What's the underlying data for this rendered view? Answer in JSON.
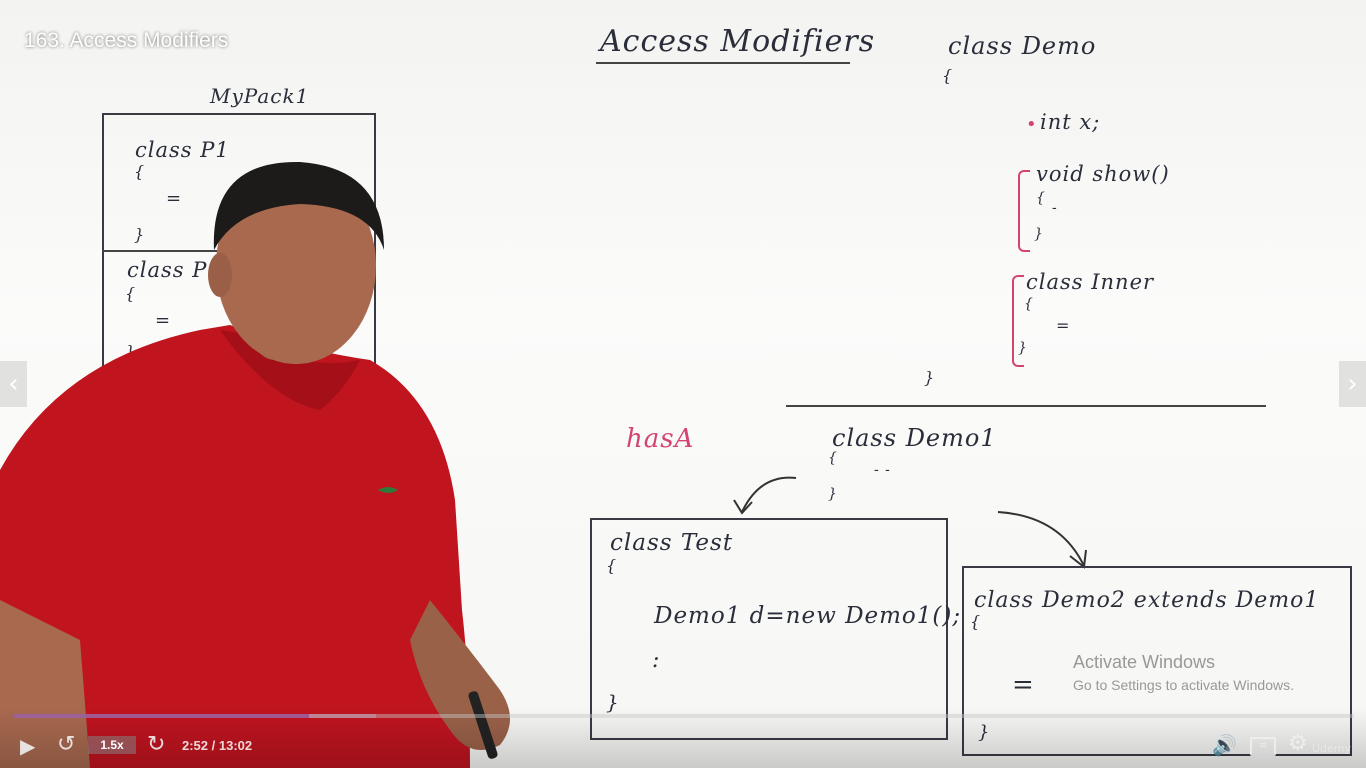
{
  "lecture_title": "163. Access Modifiers",
  "whiteboard": {
    "heading": "Access Modifiers",
    "package_label": "MyPack1",
    "box1_line1": "class P1",
    "box1_brace_open": "{",
    "box1_body": "=",
    "box1_brace_close": "}",
    "box2_line1": "class P",
    "box2_brace_open": "{",
    "box2_body": "=",
    "box2_brace_close": "}",
    "demo_class": "class Demo",
    "demo_brace_open": "{",
    "field": "int x;",
    "method": "void show()",
    "method_brace_open": "{",
    "method_body": "-",
    "method_brace_close": "}",
    "inner_class": "class Inner",
    "inner_brace_open": "{",
    "inner_body": "=",
    "inner_brace_close": "}",
    "demo_brace_close": "}",
    "has_a": "hasA",
    "demo1_class": "class Demo1",
    "demo1_brace_open": "{",
    "demo1_body": "- -",
    "demo1_brace_close": "}",
    "test_class": "class Test",
    "test_brace_open": "{",
    "test_statement": "Demo1 d=new Demo1();",
    "test_dots": ":",
    "test_brace_close": "}",
    "demo2_class": "class Demo2 extends Demo1",
    "demo2_brace_open": "{",
    "demo2_body": "=",
    "demo2_brace_close": "}"
  },
  "player": {
    "speed": "1.5x",
    "time": "2:52 / 13:02",
    "progress": 0.22,
    "buffered": 0.27,
    "icons": [
      "play-icon",
      "rewind-icon",
      "forward-icon",
      "volume-icon",
      "captions-icon",
      "settings-icon"
    ]
  },
  "watermark": {
    "title": "Activate Windows",
    "subtitle": "Go to Settings to activate Windows."
  },
  "colors": {
    "marker_dark": "#2a2d3a",
    "marker_pink": "#d3446f",
    "shirt_red": "#c0141f"
  }
}
